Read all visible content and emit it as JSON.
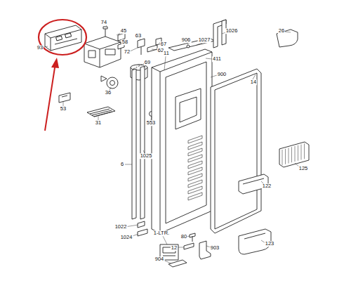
{
  "diagram": {
    "labels": [
      "74",
      "45",
      "93",
      "58",
      "63",
      "72",
      "62",
      "67",
      "906",
      "1027",
      "1026",
      "26",
      "69",
      "11",
      "411",
      "900",
      "14",
      "36",
      "53",
      "553",
      "31",
      "1025",
      "6",
      "125",
      "122",
      "1022",
      "1024",
      "1-LTR.",
      "80",
      "12",
      "903",
      "123",
      "904"
    ]
  }
}
